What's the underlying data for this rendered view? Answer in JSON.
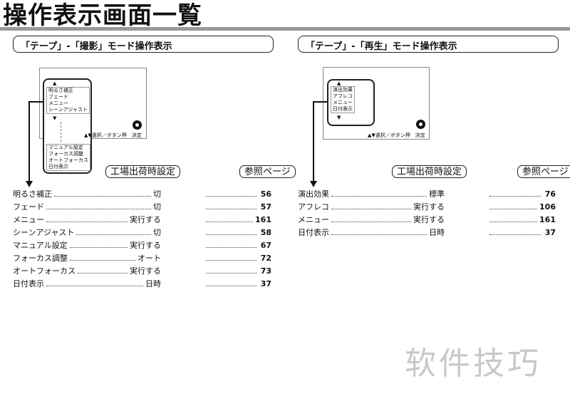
{
  "page_title": "操作表示画面一覧",
  "left": {
    "heading": "「テープ」-「撮影」モード操作表示",
    "menu_items": [
      "明るさ補正",
      "フェード",
      "メニュー",
      "シーンアジャスト"
    ],
    "sub_items": [
      "マニュアル設定",
      "フォーカス調整",
      "オートフォーカス",
      "日付表示"
    ],
    "hint": "▲▼選択／ボタン押　決定",
    "factory_label": "工場出荷時設定",
    "page_label": "参照ページ",
    "rows": [
      {
        "name": "明るさ補正",
        "value": "切",
        "page": "56"
      },
      {
        "name": "フェード",
        "value": "切",
        "page": "57"
      },
      {
        "name": "メニュー",
        "value": "実行する",
        "page": "161"
      },
      {
        "name": "シーンアジャスト",
        "value": "切",
        "page": "58"
      },
      {
        "name": "マニュアル設定",
        "value": "実行する",
        "page": "67"
      },
      {
        "name": "フォーカス調整",
        "value": "オート",
        "page": "72"
      },
      {
        "name": "オートフォーカス",
        "value": "実行する",
        "page": "73"
      },
      {
        "name": "日付表示",
        "value": "日時",
        "page": "37"
      }
    ]
  },
  "right": {
    "heading": "「テープ」-「再生」モード操作表示",
    "menu_items": [
      "演出効果",
      "アフレコ",
      "メニュー",
      "日付表示"
    ],
    "hint": "▲▼選択／ボタン押　決定",
    "factory_label": "工場出荷時設定",
    "page_label": "参照ページ",
    "rows": [
      {
        "name": "演出効果",
        "value": "標準",
        "page": "76"
      },
      {
        "name": "アフレコ",
        "value": "実行する",
        "page": "106"
      },
      {
        "name": "メニュー",
        "value": "実行する",
        "page": "161"
      },
      {
        "name": "日付表示",
        "value": "日時",
        "page": "37"
      }
    ]
  },
  "watermark": "软件技巧"
}
